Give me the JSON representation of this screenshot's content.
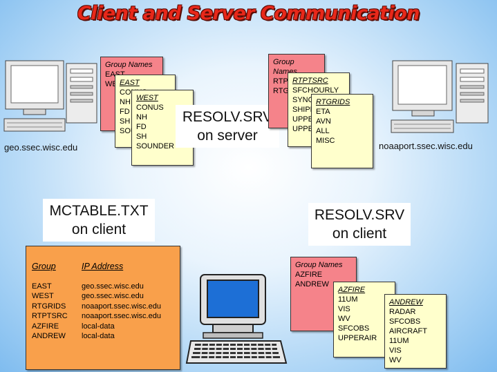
{
  "title": "Client and Server Communication",
  "hosts": {
    "left": "geo.ssec.wisc.edu",
    "right": "noaaport.ssec.wisc.edu"
  },
  "server_callout": {
    "line1": "RESOLV.SRV",
    "line2": "on server"
  },
  "client_callout": {
    "line1": "RESOLV.SRV",
    "line2": "on client"
  },
  "mctable_callout": {
    "line1": "MCTABLE.TXT",
    "line2": "on client"
  },
  "geo_cards": {
    "groups": {
      "title": "Group Names",
      "items": [
        "EAST",
        "WEST"
      ]
    },
    "east": {
      "title": "EAST",
      "items": [
        "CONUS",
        "NH",
        "FD",
        "SH",
        "SOUNDER"
      ]
    },
    "west": {
      "title": "WEST",
      "items": [
        "CONUS",
        "NH",
        "FD",
        "SH",
        "SOUNDER"
      ]
    }
  },
  "noaaport_cards": {
    "groups": {
      "title": "Group Names",
      "items": [
        "RTPTSRC",
        "RTGRIDS"
      ]
    },
    "rtptsrc": {
      "title": "RTPTSRC",
      "items": [
        "SFCHOURLY",
        "SYNOPTIC",
        "SHIPBUOY",
        "UPPERAIR",
        "UPPERMAND"
      ]
    },
    "rtgrids": {
      "title": "RTGRIDS",
      "items": [
        "ETA",
        "AVN",
        "ALL",
        "MISC"
      ]
    }
  },
  "client_cards": {
    "groups": {
      "title": "Group Names",
      "items": [
        "AZFIRE",
        "ANDREW"
      ]
    },
    "azfire": {
      "title": "AZFIRE",
      "items": [
        "11UM",
        "VIS",
        "WV",
        "SFCOBS",
        "UPPERAIR"
      ]
    },
    "andrew": {
      "title": "ANDREW",
      "items": [
        "RADAR",
        "SFCOBS",
        "AIRCRAFT",
        "11UM",
        "VIS",
        "WV"
      ]
    }
  },
  "mctable": {
    "headers": {
      "group": "Group",
      "ip": "IP Address"
    },
    "rows": [
      {
        "group": "EAST",
        "ip": "geo.ssec.wisc.edu"
      },
      {
        "group": "WEST",
        "ip": "geo.ssec.wisc.edu"
      },
      {
        "group": "RTGRIDS",
        "ip": "noaaport.ssec.wisc.edu"
      },
      {
        "group": "RTPTSRC",
        "ip": "noaaport.ssec.wisc.edu"
      },
      {
        "group": "AZFIRE",
        "ip": "local-data"
      },
      {
        "group": "ANDREW",
        "ip": "local-data"
      }
    ]
  },
  "colors": {
    "title": "#e8281a",
    "group_card": "#f5838a",
    "data_card": "#ffffcc",
    "mctable_card": "#f9a04b",
    "client_screen": "#1d6fd6"
  },
  "icons": [
    "server-computer-icon",
    "client-computer-icon"
  ]
}
